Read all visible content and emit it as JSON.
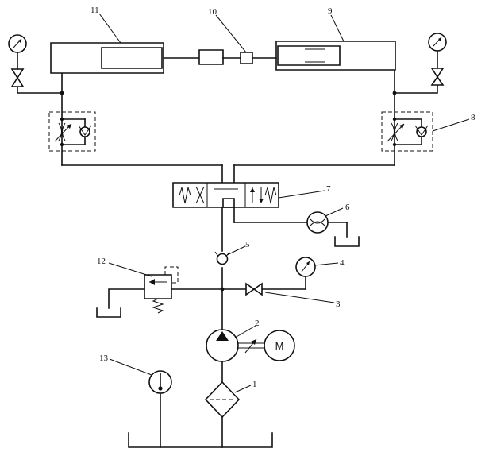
{
  "motor": {
    "letter": "M"
  },
  "callouts": {
    "c1": "1",
    "c2": "2",
    "c3": "3",
    "c4": "4",
    "c5": "5",
    "c6": "6",
    "c7": "7",
    "c8": "8",
    "c9": "9",
    "c10": "10",
    "c11": "11",
    "c12": "12",
    "c13": "13"
  }
}
